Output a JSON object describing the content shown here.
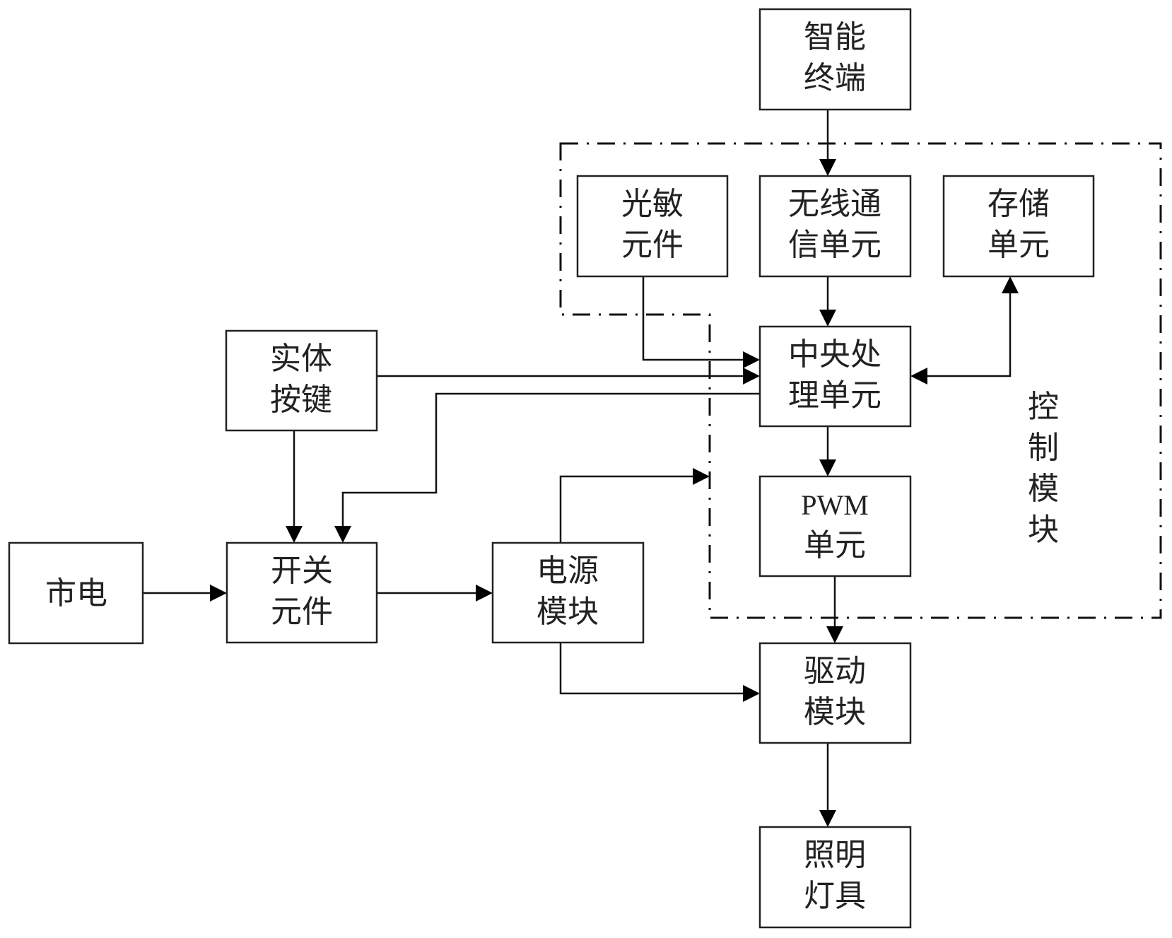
{
  "diagram": {
    "title": "",
    "control_module_label": [
      "控",
      "制",
      "模",
      "块"
    ],
    "blocks": {
      "smart_terminal": [
        "智能",
        "终端"
      ],
      "light_sensor": [
        "光敏",
        "元件"
      ],
      "wireless_unit": [
        "无线通",
        "信单元"
      ],
      "storage_unit": [
        "存储",
        "单元"
      ],
      "physical_button": [
        "实体",
        "按键"
      ],
      "cpu": [
        "中央处",
        "理单元"
      ],
      "pwm_unit": [
        "PWM",
        "单元"
      ],
      "mains": [
        "市电"
      ],
      "switch": [
        "开关",
        "元件"
      ],
      "power_module": [
        "电源",
        "模块"
      ],
      "driver_module": [
        "驱动",
        "模块"
      ],
      "lighting": [
        "照明",
        "灯具"
      ]
    },
    "connections": [
      {
        "from": "smart_terminal",
        "to": "wireless_unit"
      },
      {
        "from": "wireless_unit",
        "to": "cpu"
      },
      {
        "from": "light_sensor",
        "to": "cpu"
      },
      {
        "from": "physical_button",
        "to": "cpu"
      },
      {
        "from": "cpu",
        "to": "storage_unit",
        "bidirectional": true
      },
      {
        "from": "cpu",
        "to": "switch"
      },
      {
        "from": "physical_button",
        "to": "switch"
      },
      {
        "from": "cpu",
        "to": "pwm_unit"
      },
      {
        "from": "mains",
        "to": "switch"
      },
      {
        "from": "switch",
        "to": "power_module"
      },
      {
        "from": "power_module",
        "to": "control_module"
      },
      {
        "from": "power_module",
        "to": "driver_module"
      },
      {
        "from": "pwm_unit",
        "to": "driver_module"
      },
      {
        "from": "driver_module",
        "to": "lighting"
      }
    ]
  }
}
